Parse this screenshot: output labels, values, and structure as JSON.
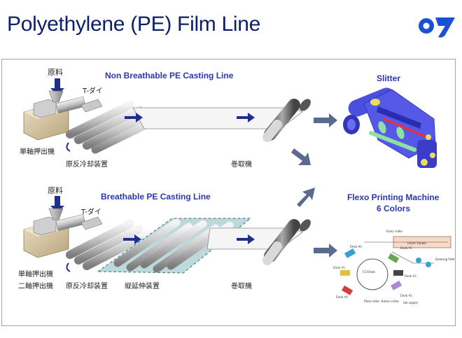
{
  "page": {
    "title": "Polyethylene (PE) Film Line"
  },
  "colors": {
    "title": "#0b1f6b",
    "accent": "#2a36b8",
    "logo": "#1a4fd6"
  },
  "top_line": {
    "heading": "Non Breathable PE Casting Line",
    "raw_material": "原料",
    "t_die": "T-ダイ",
    "extruder": "単軸押出機",
    "cooling": "原反冷却装置",
    "winder": "巻取機"
  },
  "bottom_line": {
    "heading": "Breathable PE Casting Line",
    "raw_material": "原料",
    "t_die": "T-ダイ",
    "extruder_single": "単軸押出機",
    "extruder_twin": "二軸押出機",
    "cooling": "原反冷却装置",
    "stretching": "縦延伸装置",
    "winder": "巻取機"
  },
  "slitter": {
    "label": "Slitter"
  },
  "flexo": {
    "label_line1": "Flexo Printing Machine",
    "label_line2": "6 Colors",
    "parts": {
      "entry_roller": "Entry roller",
      "dryer_tunnel": "Dryer Tunnel",
      "entering_web": "Entering Web",
      "cl_drum": "CI Drum",
      "deck1": "Deck #1",
      "deck2": "Deck #2",
      "deck3": "Deck #3",
      "deck4": "Deck #4",
      "deck5": "Deck #5",
      "deck6": "Deck #6",
      "plate_roller": "Plate roller",
      "anilox_roller": "Anilox roller",
      "ink_supply": "Ink supply"
    }
  }
}
